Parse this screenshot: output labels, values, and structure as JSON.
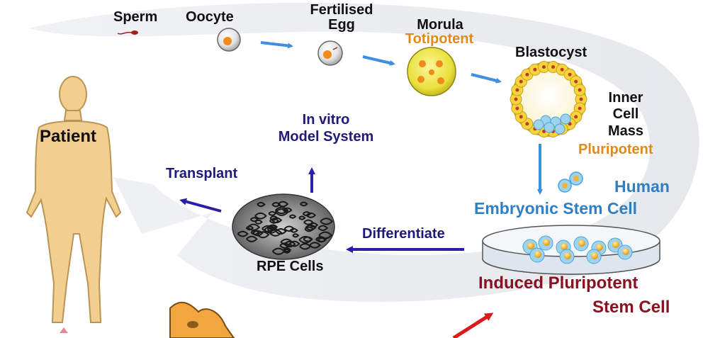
{
  "stages": {
    "sperm": "Sperm",
    "oocyte": "Oocyte",
    "fertilised_egg_line1": "Fertilised",
    "fertilised_egg_line2": "Egg",
    "morula": "Morula",
    "morula_potency": "Totipotent",
    "blastocyst": "Blastocyst",
    "icm_line1": "Inner",
    "icm_line2": "Cell",
    "icm_line3": "Mass",
    "icm_potency": "Pluripotent"
  },
  "hesc": {
    "line1": "Human",
    "line2": "Embryonic Stem Cell"
  },
  "ipsc": {
    "line1": "Induced Pluripotent",
    "line2": "Stem Cell"
  },
  "process": {
    "differentiate": "Differentiate",
    "rpe_cells": "RPE Cells",
    "transplant": "Transplant",
    "in_vitro_line1": "In vitro",
    "in_vitro_line2": "Model System"
  },
  "patient": {
    "label": "Patient"
  },
  "colors": {
    "label_black": "#111111",
    "potency_orange": "#e08a1a",
    "process_navy": "#1f1a78",
    "hesc_blue": "#2f7fc4",
    "ipsc_maroon": "#8b1020",
    "arrow_blue": "#3f8fdf",
    "arrow_navy": "#2a1ea8",
    "arrow_red": "#d81b1b",
    "body_fill": "#f2cf8e",
    "cell_yellow": "#f6d53c"
  }
}
